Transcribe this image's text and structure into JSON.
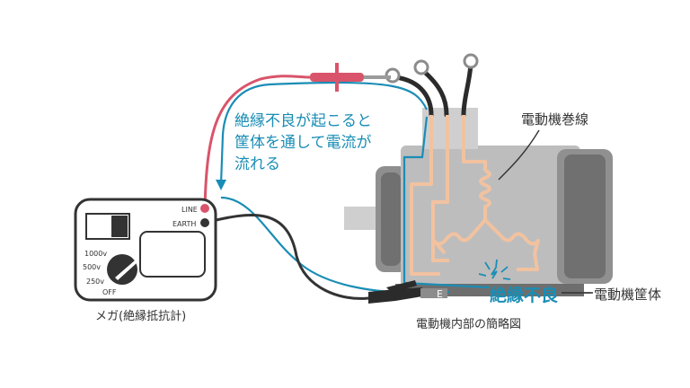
{
  "annotation": {
    "line1": "絶縁不良が起こると",
    "line2": "筐体を通して電流が",
    "line3": "流れる"
  },
  "labels": {
    "winding": "電動機巻線",
    "housing": "電動機筐体",
    "fault": "絶縁不良",
    "megger": "メガ(絶縁抵抗計)",
    "caption": "電動機内部の簡略図"
  },
  "megger": {
    "terminal_line": "LINE",
    "terminal_earth": "EARTH",
    "range_1000": "1000v",
    "range_500": "500v",
    "range_250": "250v",
    "range_off": "OFF"
  },
  "motor": {
    "terminal_e": "E"
  },
  "colors": {
    "line_lead": "#d9546a",
    "earth_lead": "#333333",
    "current_path": "#1a8db5",
    "winding": "#f2c2a0",
    "housing": "#8c8c8c"
  }
}
